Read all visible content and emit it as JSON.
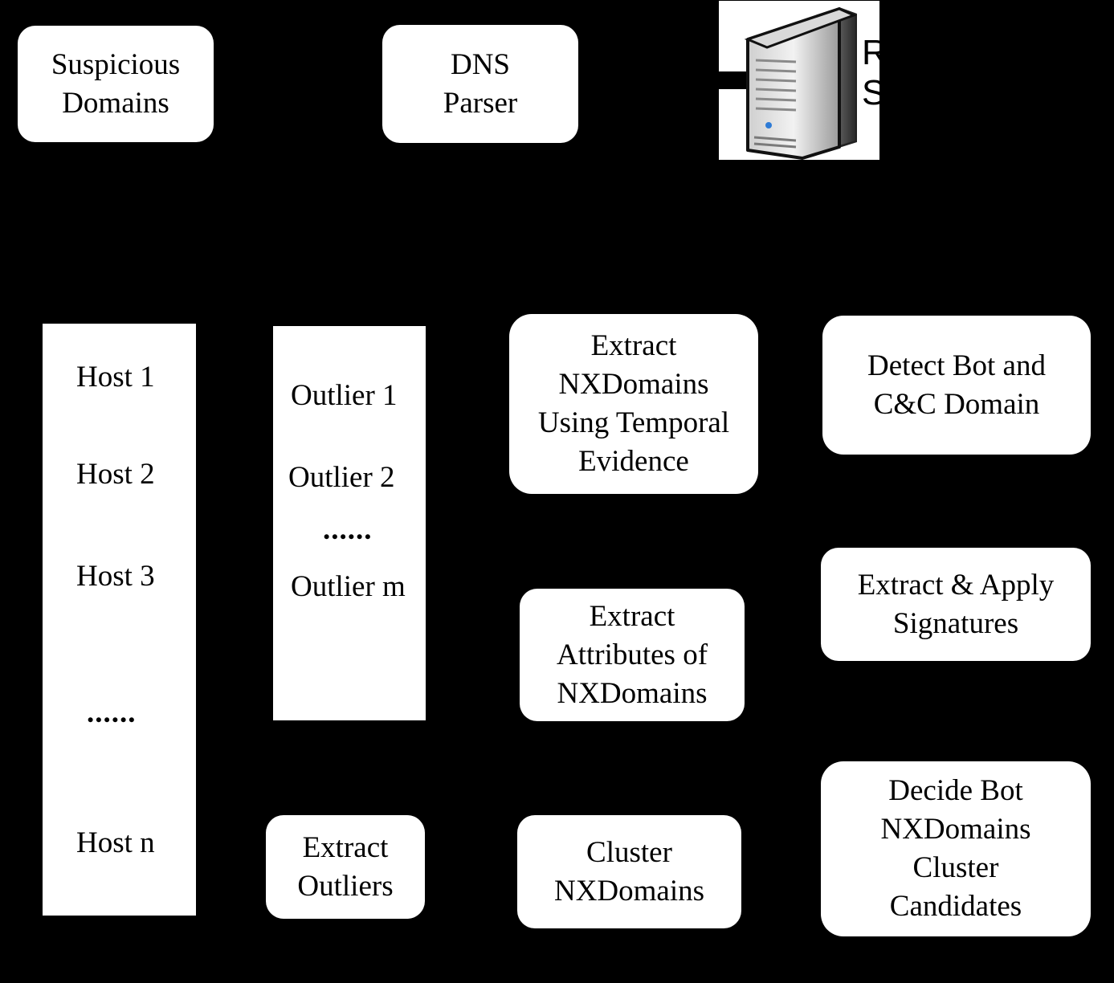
{
  "boxes": {
    "suspicious_domains": "Suspicious\nDomains",
    "dns_parser": "DNS\nParser",
    "extract_nxdomains_temporal": "Extract\nNXDomains\nUsing Temporal\nEvidence",
    "detect_bot_cc": "Detect Bot and\nC&C Domain",
    "extract_attributes": "Extract\nAttributes of\nNXDomains",
    "extract_apply_signatures": "Extract & Apply\nSignatures",
    "extract_outliers": "Extract\nOutliers",
    "cluster_nxdomains": "Cluster\nNXDomains",
    "decide_bot_cluster": "Decide Bot\nNXDomains\nCluster\nCandidates"
  },
  "hosts": [
    "Host 1",
    "Host 2",
    "Host 3",
    "......",
    "Host n"
  ],
  "outliers": [
    "Outlier 1",
    "Outlier 2",
    "......",
    "Outlier m"
  ],
  "server": {
    "icon": "server-icon",
    "label_partial": "R\nS"
  }
}
